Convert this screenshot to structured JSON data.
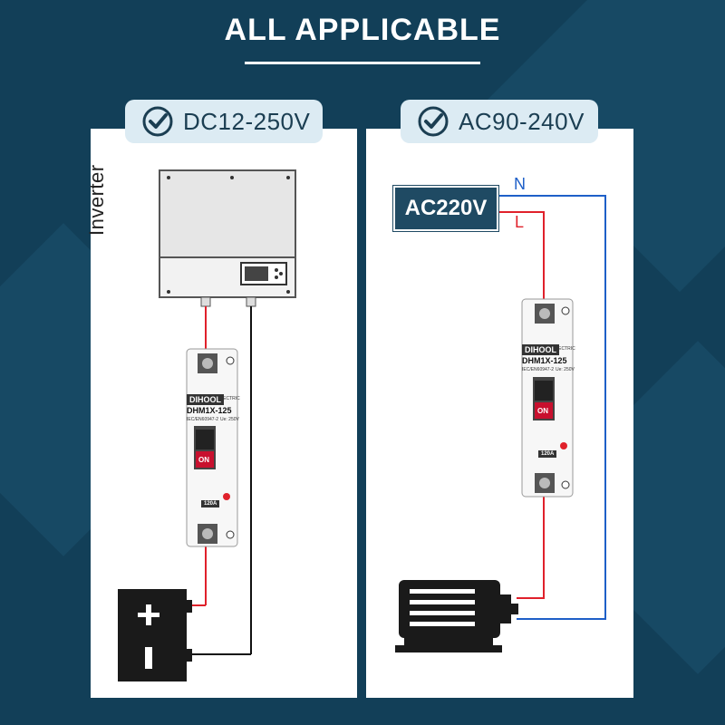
{
  "title": "ALL APPLICABLE",
  "left_panel": {
    "badge": "DC12-250V",
    "device_label": "Inverter"
  },
  "right_panel": {
    "badge": "AC90-240V",
    "source": "AC220V",
    "neutral": "N",
    "live": "L"
  },
  "breaker": {
    "brand": "DIHOOL",
    "brand_sub": "ELECTRIC",
    "model": "DHM1X-125",
    "standard": "IEC/EN60947-2",
    "voltage": "Ue: 250V",
    "switch": "ON",
    "rating": "120A"
  },
  "colors": {
    "background": "#123f58",
    "pill": "#dcebf3",
    "live_wire": "#e0212b",
    "neutral_wire": "#1e5fc8",
    "switch": "#c8102e"
  }
}
